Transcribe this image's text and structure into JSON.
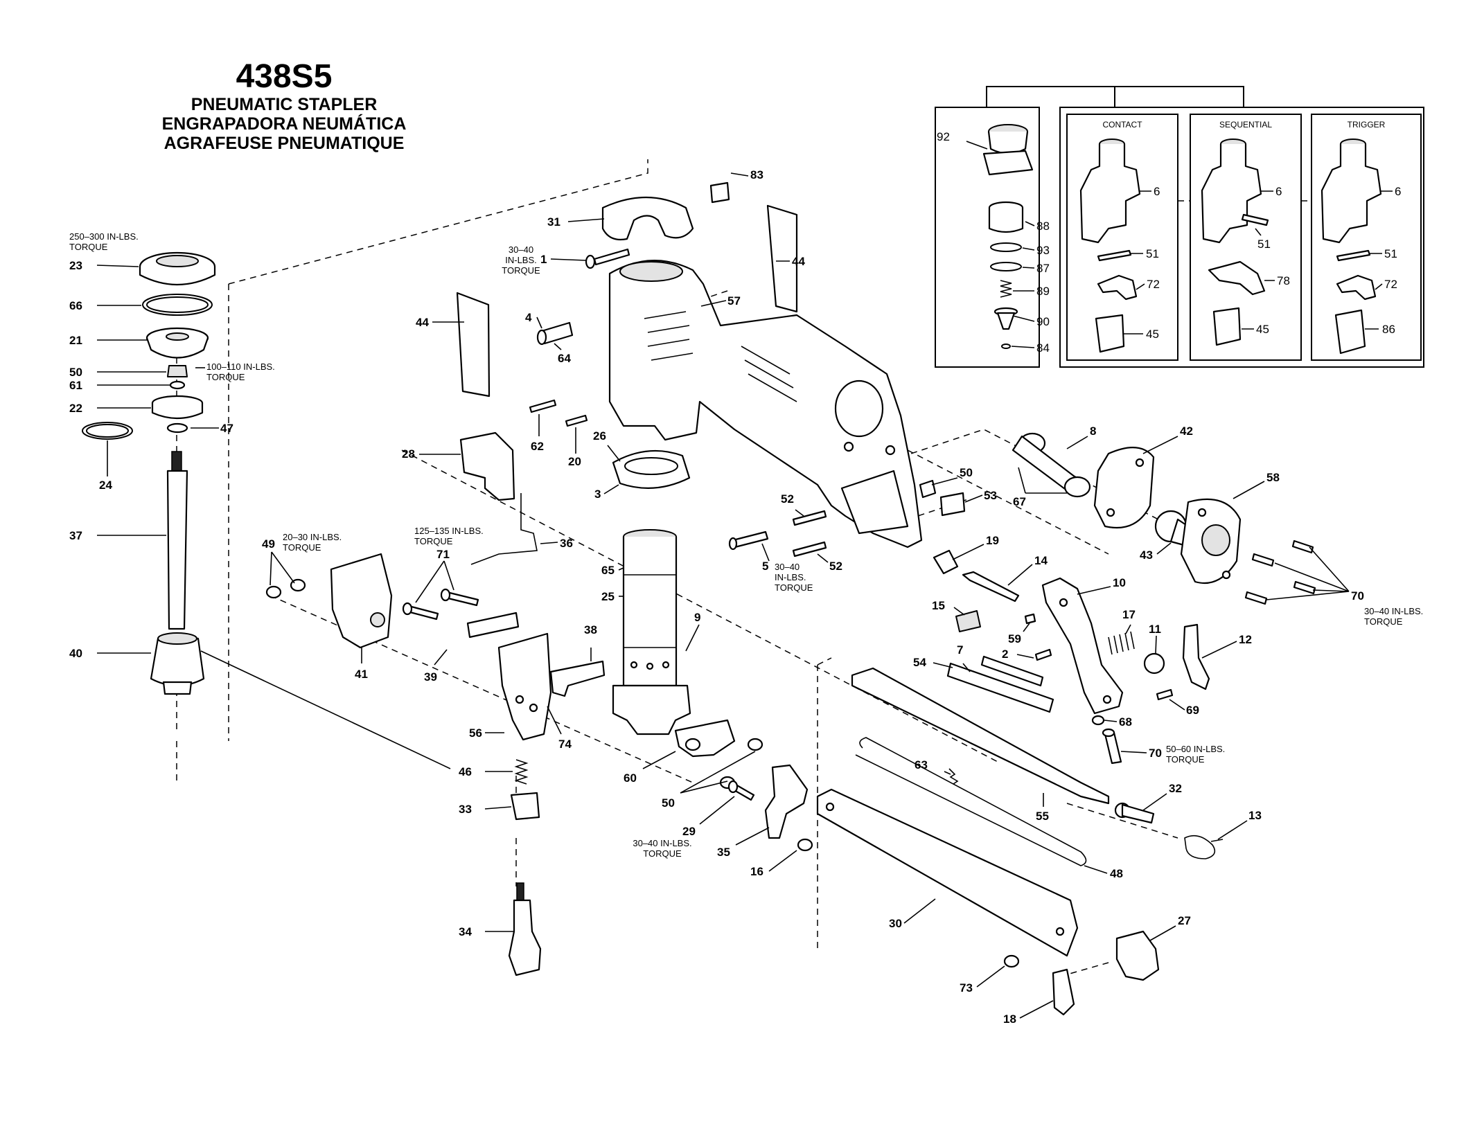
{
  "title": {
    "model": "438S5",
    "line_en": "PNEUMATIC STAPLER",
    "line_es": "ENGRAPADORA NEUMÁTICA",
    "line_fr": "AGRAFEUSE PNEUMATIQUE"
  },
  "inset": {
    "panels": [
      "CONTACT",
      "SEQUENTIAL",
      "TRIGGER"
    ],
    "valve_parts": [
      "92",
      "88",
      "93",
      "87",
      "89",
      "90",
      "84"
    ],
    "contact_parts": [
      "6",
      "51",
      "72",
      "45"
    ],
    "sequential_parts": [
      "6",
      "51",
      "78",
      "45"
    ],
    "trigger_parts": [
      "6",
      "51",
      "72",
      "86"
    ]
  },
  "torque": {
    "t23_l1": "250–300 IN-LBS.",
    "t23_l2": "TORQUE",
    "t50_l1": "100–110 IN-LBS.",
    "t50_l2": "TORQUE",
    "t1_l1": "30–40",
    "t1_l2": "IN-LBS.",
    "t1_l3": "TORQUE",
    "t49_l1": "20–30 IN-LBS.",
    "t49_l2": "TORQUE",
    "t36_l1": "125–135 IN-LBS.",
    "t36_l2": "TORQUE",
    "t5_l1": "30–40",
    "t5_l2": "IN-LBS.",
    "t5_l3": "TORQUE",
    "t29_l1": "30–40 IN-LBS.",
    "t29_l2": "TORQUE",
    "t70a_l1": "30–40 IN-LBS.",
    "t70a_l2": "TORQUE",
    "t70b_l1": "50–60 IN-LBS.",
    "t70b_l2": "TORQUE"
  },
  "part_numbers": {
    "p23": "23",
    "p66": "66",
    "p21": "21",
    "p50a": "50",
    "p61": "61",
    "p22": "22",
    "p47": "47",
    "p24": "24",
    "p37": "37",
    "p40": "40",
    "p83": "83",
    "p31": "31",
    "p1": "1",
    "p44a": "44",
    "p44b": "44",
    "p57": "57",
    "p4": "4",
    "p64": "64",
    "p62": "62",
    "p20": "20",
    "p26": "26",
    "p3": "3",
    "p28": "28",
    "p36": "36",
    "p65": "65",
    "p25": "25",
    "p9": "9",
    "p49": "49",
    "p71": "71",
    "p41": "41",
    "p39": "39",
    "p38": "38",
    "p56": "56",
    "p74": "74",
    "p60": "60",
    "p50b": "50",
    "p46": "46",
    "p33": "33",
    "p34": "34",
    "p29": "29",
    "p35": "35",
    "p16": "16",
    "p52a": "52",
    "p5": "5",
    "p52b": "52",
    "p50c": "50",
    "p53": "53",
    "p8": "8",
    "p42": "42",
    "p67": "67",
    "p58": "58",
    "p43": "43",
    "p70a": "70",
    "p19": "19",
    "p14": "14",
    "p10": "10",
    "p15": "15",
    "p59": "59",
    "p17": "17",
    "p11": "11",
    "p12": "12",
    "p7": "7",
    "p2": "2",
    "p54": "54",
    "p69": "69",
    "p68": "68",
    "p70b": "70",
    "p63": "63",
    "p55": "55",
    "p32": "32",
    "p13": "13",
    "p48": "48",
    "p30": "30",
    "p27": "27",
    "p73": "73",
    "p18": "18"
  }
}
